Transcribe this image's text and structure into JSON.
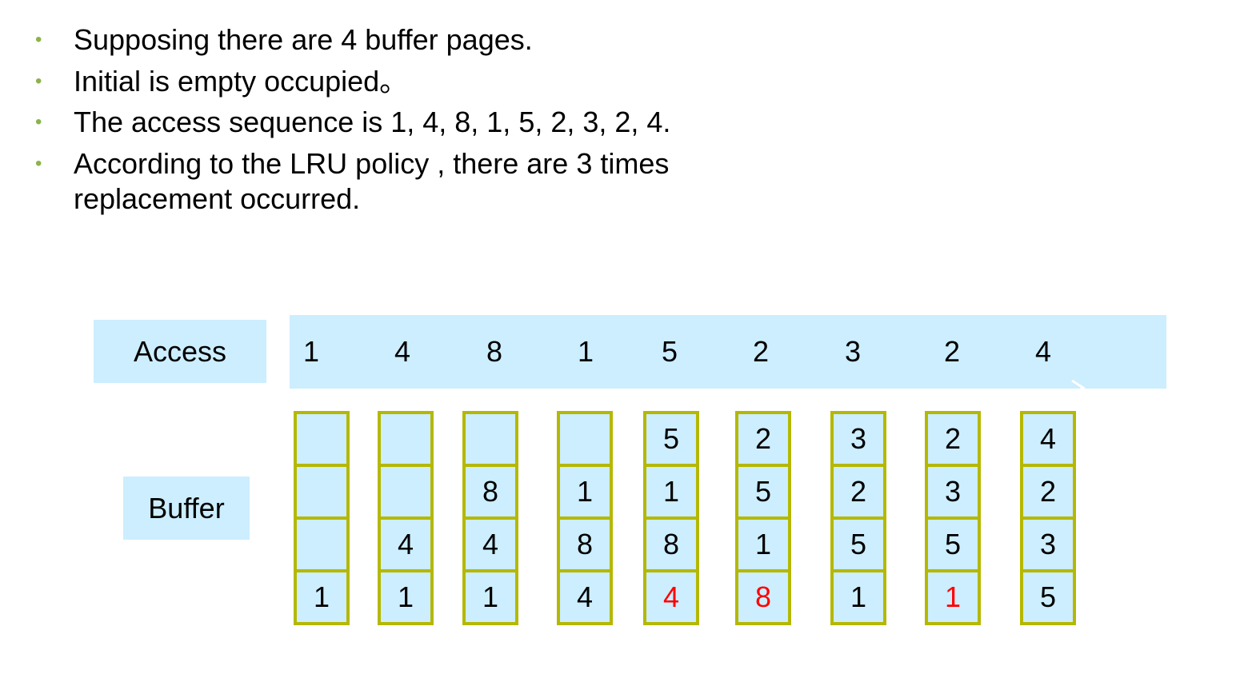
{
  "bullets": [
    "Supposing there are 4 buffer pages.",
    "Initial is empty occupied。",
    "The access sequence is 1, 4, 8, 1, 5, 2, 3, 2, 4.",
    "According to the LRU policy , there are 3 times\nreplacement occurred."
  ],
  "bullet_symbol": "•",
  "labels": {
    "access": "Access",
    "buffer": "Buffer"
  },
  "access_sequence": [
    "1",
    "4",
    "8",
    "1",
    "5",
    "2",
    "3",
    "2",
    "4"
  ],
  "buffer_states": [
    [
      "",
      "",
      "",
      "1"
    ],
    [
      "",
      "",
      "4",
      "1"
    ],
    [
      "",
      "8",
      "4",
      "1"
    ],
    [
      "",
      "1",
      "8",
      "4"
    ],
    [
      "5",
      "1",
      "8",
      "4"
    ],
    [
      "2",
      "5",
      "1",
      "8"
    ],
    [
      "3",
      "2",
      "5",
      "1"
    ],
    [
      "2",
      "3",
      "5",
      "1"
    ],
    [
      "4",
      "2",
      "3",
      "5"
    ]
  ],
  "replaced_cells": [
    {
      "column": 4,
      "row": 3
    },
    {
      "column": 5,
      "row": 3
    },
    {
      "column": 7,
      "row": 3
    }
  ],
  "colors": {
    "band": "#cceeff",
    "cell_border": "#b5b800",
    "bullet": "#8cb34b",
    "replaced_text": "#ff0000"
  }
}
